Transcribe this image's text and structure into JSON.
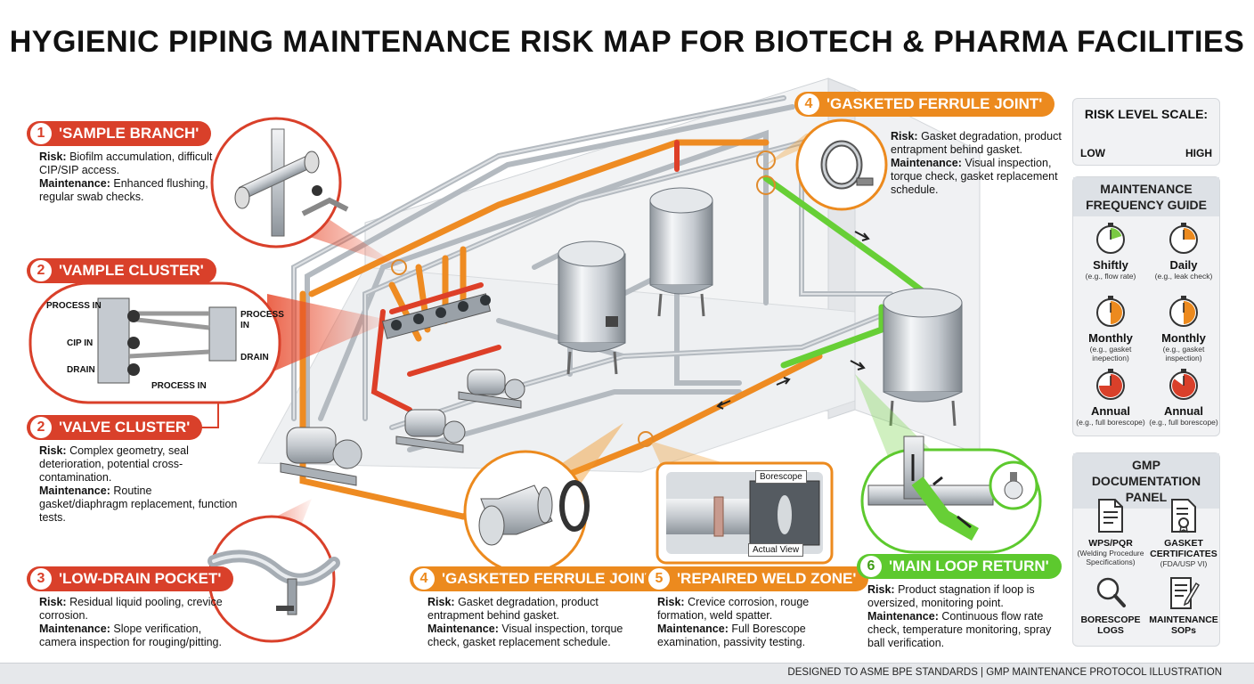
{
  "title": "HYGIENIC PIPING MAINTENANCE RISK MAP FOR BIOTECH & PHARMA FACILITIES",
  "colors": {
    "red": "#d9402a",
    "orange": "#ec8a1e",
    "green": "#5dc92e",
    "gray_pipe": "#b9bec4"
  },
  "callouts": [
    {
      "id": "sample-branch",
      "num": "1",
      "label": "'SAMPLE BRANCH'",
      "color": "red",
      "risk": "Biofilm accumulation, difficult CIP/SIP access.",
      "maintenance": "Enhanced flushing, regular swab checks."
    },
    {
      "id": "vample-cluster",
      "num": "2",
      "label": "'VAMPLE CLUSTER'",
      "color": "red"
    },
    {
      "id": "valve-cluster",
      "num": "2",
      "label": "'VALVE CLUSTER'",
      "color": "red",
      "risk": "Complex geometry, seal deterioration, potential cross-contamination.",
      "maintenance": "Routine gasket/diaphragm replacement, function tests."
    },
    {
      "id": "low-drain",
      "num": "3",
      "label": "'LOW-DRAIN POCKET'",
      "color": "red",
      "risk": "Residual liquid pooling, crevice corrosion.",
      "maintenance": "Slope verification, camera inspection for rouging/pitting."
    },
    {
      "id": "ferrule-top",
      "num": "4",
      "label": "'GASKETED FERRULE JOINT'",
      "color": "orange",
      "risk": "Gasket degradation, product entrapment behind gasket.",
      "maintenance": "Visual inspection, torque check, gasket replacement schedule."
    },
    {
      "id": "ferrule-bottom",
      "num": "4",
      "label": "'GASKETED FERRULE JOINT'",
      "color": "orange",
      "risk": "Gasket degradation, product entrapment behind gasket.",
      "maintenance": "Visual inspection, torque check, gasket replacement schedule."
    },
    {
      "id": "weld-zone",
      "num": "5",
      "label": "'REPAIRED WELD ZONE'",
      "color": "orange",
      "risk": "Crevice corrosion, rouge formation, weld spatter.",
      "maintenance": "Full Borescope examination, passivity testing."
    },
    {
      "id": "main-loop",
      "num": "6",
      "label": "'MAIN LOOP RETURN'",
      "color": "green",
      "risk": "Product stagnation if loop is oversized, monitoring point.",
      "maintenance": "Continuous flow rate check, temperature monitoring, spray ball verification."
    }
  ],
  "labels": {
    "risk": "Risk:",
    "maintenance": "Maintenance:"
  },
  "cluster_labels": {
    "process_in_1": "PROCESS IN",
    "cip_in": "CIP IN",
    "drain_1": "DRAIN",
    "process_in_2": "PROCESS IN",
    "process_in_3": "PROCESS",
    "process_in_3b": "IN",
    "drain_2": "DRAIN"
  },
  "weld_inset": {
    "borescope": "Borescope",
    "actual_view": "Actual View"
  },
  "risk_scale": {
    "title": "RISK LEVEL SCALE:",
    "low": "LOW",
    "high": "HIGH"
  },
  "frequency_guide": {
    "title": "MAINTENANCE FREQUENCY GUIDE",
    "items": [
      {
        "name": "Shiftly",
        "example": "(e.g., flow rate)",
        "level": 0.2,
        "color": "#7ac943"
      },
      {
        "name": "Daily",
        "example": "(e.g., leak check)",
        "level": 0.25,
        "color": "#ec8a1e"
      },
      {
        "name": "Monthly",
        "example": "(e.g., gasket inepection)",
        "level": 0.5,
        "color": "#ec8a1e"
      },
      {
        "name": "Monthly",
        "example": "(e.g., gasket inspection)",
        "level": 0.5,
        "color": "#ec8a1e"
      },
      {
        "name": "Annual",
        "example": "(e.g., full borescope)",
        "level": 0.75,
        "color": "#d9402a"
      },
      {
        "name": "Annual",
        "example": "(e.g., full borescope)",
        "level": 0.85,
        "color": "#d9402a"
      }
    ]
  },
  "gmp_panel": {
    "title": "GMP DOCUMENTATION PANEL",
    "items": [
      {
        "name": "WPS/PQR",
        "example": "(Welding Procedure Specifications)",
        "icon": "document-icon"
      },
      {
        "name": "GASKET CERTIFICATES",
        "example": "(FDA/USP VI)",
        "icon": "certificate-icon"
      },
      {
        "name": "BORESCOPE LOGS",
        "example": "",
        "icon": "magnifier-icon"
      },
      {
        "name": "MAINTENANCE SOPs",
        "example": "",
        "icon": "checklist-icon"
      }
    ]
  },
  "footer": "DESIGNED TO ASME BPE STANDARDS  | GMP MAINTENANCE PROTOCOL ILLUSTRATION"
}
